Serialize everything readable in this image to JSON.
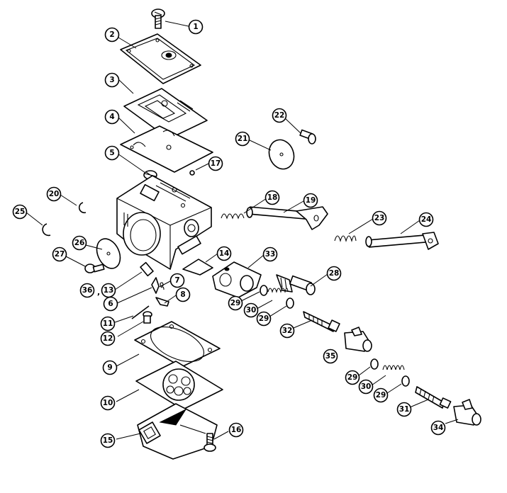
{
  "callouts": [
    {
      "label": "1"
    },
    {
      "label": "2"
    },
    {
      "label": "3"
    },
    {
      "label": "4"
    },
    {
      "label": "5"
    },
    {
      "label": "17"
    },
    {
      "label": "22"
    },
    {
      "label": "21"
    },
    {
      "label": "18"
    },
    {
      "label": "19"
    },
    {
      "label": "20"
    },
    {
      "label": "25"
    },
    {
      "label": "23"
    },
    {
      "label": "24"
    },
    {
      "label": "26"
    },
    {
      "label": "27"
    },
    {
      "label": "14"
    },
    {
      "label": "33"
    },
    {
      "label": "28"
    },
    {
      "label": "36"
    },
    {
      "label": "13"
    },
    {
      "label": "7"
    },
    {
      "label": "6"
    },
    {
      "label": "8"
    },
    {
      "label": "29"
    },
    {
      "label": "30"
    },
    {
      "label": "29"
    },
    {
      "label": "11"
    },
    {
      "label": "12"
    },
    {
      "label": "32"
    },
    {
      "label": "35"
    },
    {
      "label": "9"
    },
    {
      "label": "29"
    },
    {
      "label": "30"
    },
    {
      "label": "29"
    },
    {
      "label": "10"
    },
    {
      "label": "31"
    },
    {
      "label": "15"
    },
    {
      "label": "16"
    },
    {
      "label": "34"
    }
  ],
  "separator": ","
}
